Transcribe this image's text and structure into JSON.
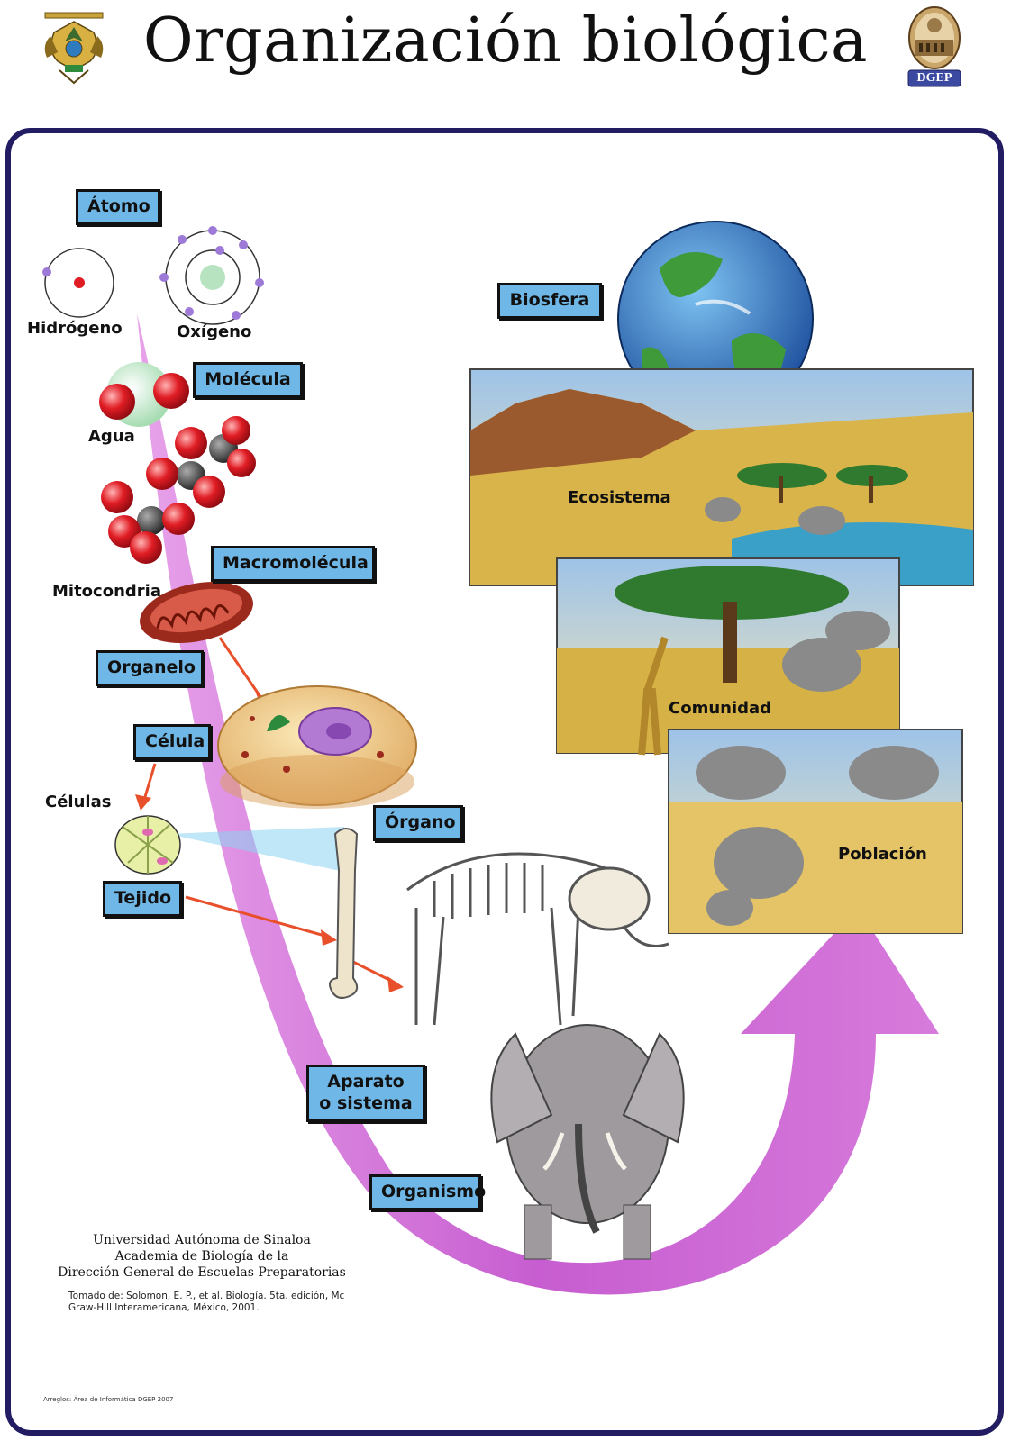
{
  "title": "Organización biológica",
  "logos": {
    "left_icon": "eagle-crest-icon",
    "right_icon": "dgep-seal-icon",
    "right_text": "DGEP"
  },
  "levels": {
    "atomo": "Átomo",
    "molecula": "Molécula",
    "macromolecula": "Macromolécula",
    "organelo": "Organelo",
    "celula": "Célula",
    "tejido": "Tejido",
    "organo": "Órgano",
    "aparato_line1": "Aparato",
    "aparato_line2": "o sistema",
    "organismo": "Organismo",
    "poblacion": "Población",
    "comunidad": "Comunidad",
    "ecosistema": "Ecosistema",
    "biosfera": "Biosfera"
  },
  "captions": {
    "hidrogeno": "Hidrógeno",
    "oxigeno": "Oxígeno",
    "agua": "Agua",
    "mitocondria": "Mitocondria",
    "celulas": "Células"
  },
  "credits": {
    "line1": "Universidad Autónoma de Sinaloa",
    "line2": "Academia de Biología de la",
    "line3": "Dirección General de Escuelas Preparatorias",
    "source_line1": "Tomado de: Solomon, E. P., et al. Biología. 5ta. edición, Mc",
    "source_line2": "Graw-Hill Interamericana, México, 2001.",
    "arreglos": "Arreglos: Área de Informática DGEP 2007"
  },
  "colors": {
    "frame": "#221c63",
    "label_fill": "#6fb7e6",
    "arrow": "#c84fd0",
    "pointer": "#e8502c"
  }
}
